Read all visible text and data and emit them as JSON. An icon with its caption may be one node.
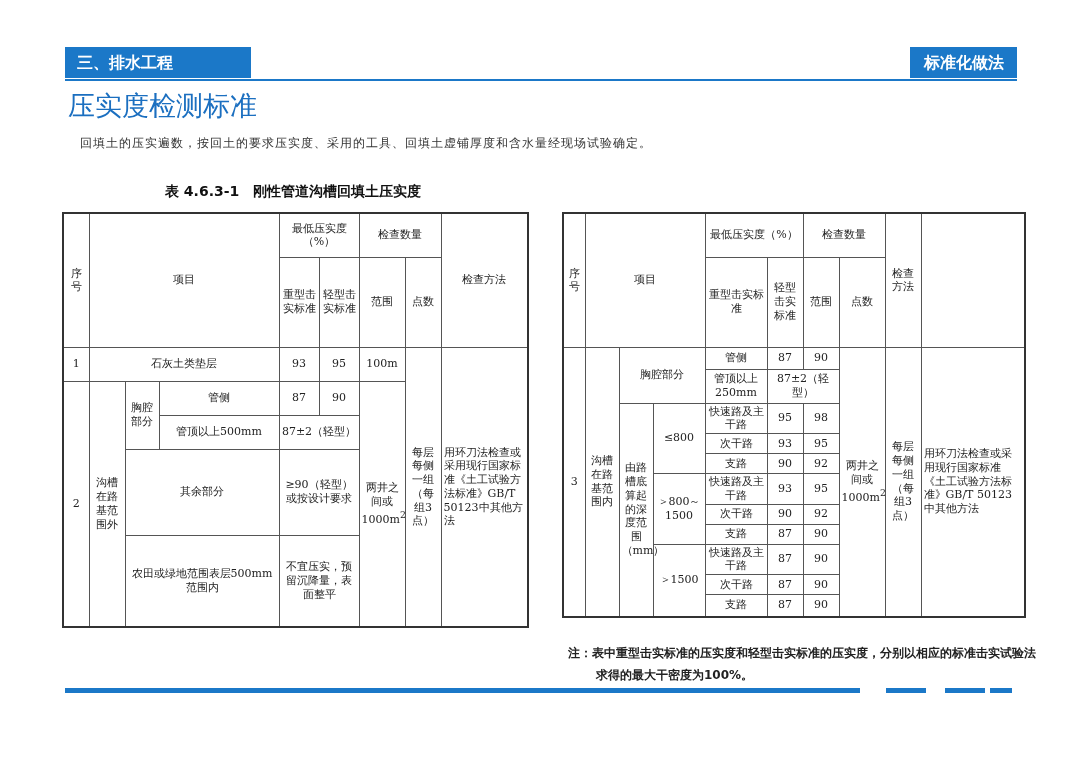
{
  "diagram": {
    "title": "压实度检测标准",
    "labels": [
      "三、排水工程",
      "标准化做法",
      "回填土的压实遍数，按回土的要求压实度、采用的工具、回填土虚铺厚度和含水量经现场试验确定。",
      "表 4.6.3-1　刚性管道沟槽回填土压实度",
      "序号",
      "项目",
      "最低压实度（%）",
      "检查数量",
      "检查方法",
      "重型击实标准",
      "轻型击实标准",
      "范围",
      "点数",
      "1",
      "石灰土类垫层",
      "93",
      "95",
      "100m",
      "每层每侧一组（每组3点）",
      "用环刀法检查或采用现行国家标准《土工试验方法标准》GB/T 50123中其他方法",
      "2",
      "沟槽在路基范围外",
      "胸腔部分",
      "管侧",
      "87",
      "90",
      "两井之间或1000m$^{2}$",
      "管顶以上500mm",
      "87±2（轻型）",
      "其余部分",
      "≥90（轻型）或按设计要求",
      "农田或绿地范围表层500mm范围内",
      "不宜压实，预留沉降量，表面整平",
      "序号",
      "项目",
      "最低压实度（%）",
      "检查数量",
      "检查方法",
      "重型击实标准",
      "轻型击实标准",
      "范围",
      "点数",
      "3",
      "沟槽在路基范围内",
      "胸腔部分",
      "管侧",
      "87",
      "90",
      "两井之间或1000m$^{2}$",
      "每层每侧一组（每组3点）",
      "用环刀法检查或采用现行国家标准《土工试验方法标准》GB/T 50123中其他方法",
      "管顶以上250mm",
      "87±2（轻型）",
      "由路槽底算起的深度范围（mm）",
      "≤800",
      "快速路及主干路",
      "95",
      "98",
      "次干路",
      "93",
      "95",
      "支路",
      "90",
      "92",
      "＞800～1500",
      "快速路及主干路",
      "93",
      "95",
      "次干路",
      "90",
      "92",
      "支路",
      "87",
      "90",
      "＞1500",
      "快速路及主干路",
      "87",
      "90",
      "次干路",
      "87",
      "90",
      "支路",
      "87",
      "90",
      "注：表中重型击实标准的压实度和轻型击实标准的压实度，分别以相应的标准击实试验法求得的最大干密度为100%。"
    ]
  }
}
